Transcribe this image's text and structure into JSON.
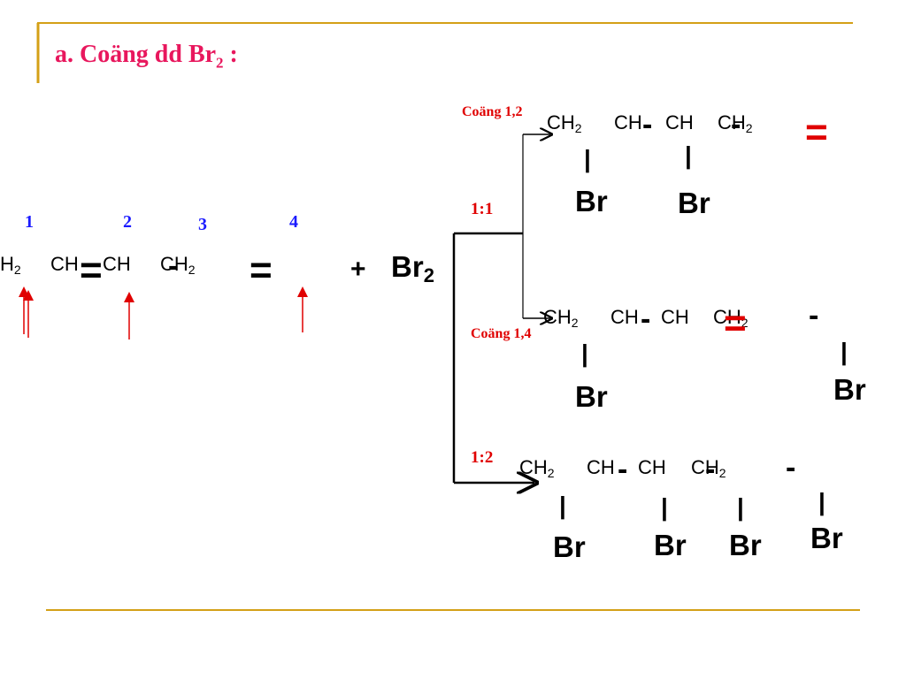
{
  "colors": {
    "accent": "#d4a017",
    "title": "#e8175d",
    "red": "#e00000",
    "blue": "#1a1aff"
  },
  "title": {
    "main": "a. Coäng dd Br",
    "sub": "2",
    "tail": " :"
  },
  "butadiene": {
    "f1": "H",
    "f1sub": "2",
    "f2": "CH",
    "f3": "CH",
    "f4": "C",
    "f4b": "H",
    "f4sub": "2",
    "eq1": "=",
    "dash": "-",
    "eq2": "=",
    "positions": [
      "1",
      "2",
      "3",
      "4"
    ]
  },
  "reagent": {
    "plus": "+",
    "br": "Br",
    "sub": "2"
  },
  "branches": {
    "r11": "1:1",
    "r12": "1:2",
    "add12": "Coäng 1,2",
    "add14": "Coäng 1,4"
  },
  "product12": {
    "f1": "CH",
    "f1sub": "2",
    "f2": "CH",
    "f3": "CH",
    "f4": "C",
    "f4b": "H",
    "f4sub": "2",
    "dash1": "-",
    "dash2": "-",
    "eq": "=",
    "br1": "Br",
    "br2": "Br",
    "bar": "|"
  },
  "product14": {
    "f1": "CH",
    "f1sub": "2",
    "f2": "CH",
    "f3": "CH",
    "f4": "C",
    "f4b": "H",
    "f4sub": "2",
    "dash1": "-",
    "eq": "=",
    "dash2": "-",
    "br1": "Br",
    "br2": "Br",
    "bar": "|"
  },
  "product_full": {
    "f1": "CH",
    "f1sub": "2",
    "f2": "CH",
    "f3": "CH",
    "f4": "C",
    "f4b": "H",
    "f4sub": "2",
    "dash1": "-",
    "dash2": "-",
    "dash3": "-",
    "br1": "Br",
    "br2": "Br",
    "br3": "Br",
    "br4": "Br",
    "bar": "|"
  }
}
